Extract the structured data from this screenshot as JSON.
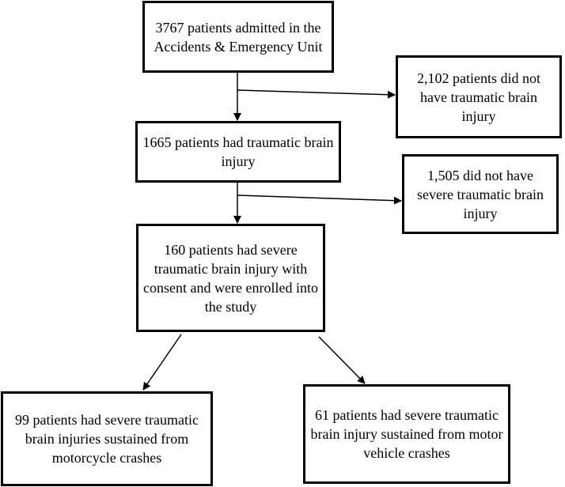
{
  "boxes": {
    "admitted": "3767 patients admitted in the Accidents & Emergency Unit",
    "no_tbi": "2,102 patients did not have traumatic brain injury",
    "tbi": "1665 patients had traumatic brain injury",
    "no_severe_tbi": "1,505 did not have severe traumatic brain injury",
    "enrolled": "160 patients had severe traumatic brain injury with consent and were enrolled into the study",
    "motorcycle": "99 patients had severe traumatic brain injuries sustained from motorcycle crashes",
    "motor_vehicle": "61 patients had severe traumatic brain injury sustained from motor vehicle crashes"
  }
}
